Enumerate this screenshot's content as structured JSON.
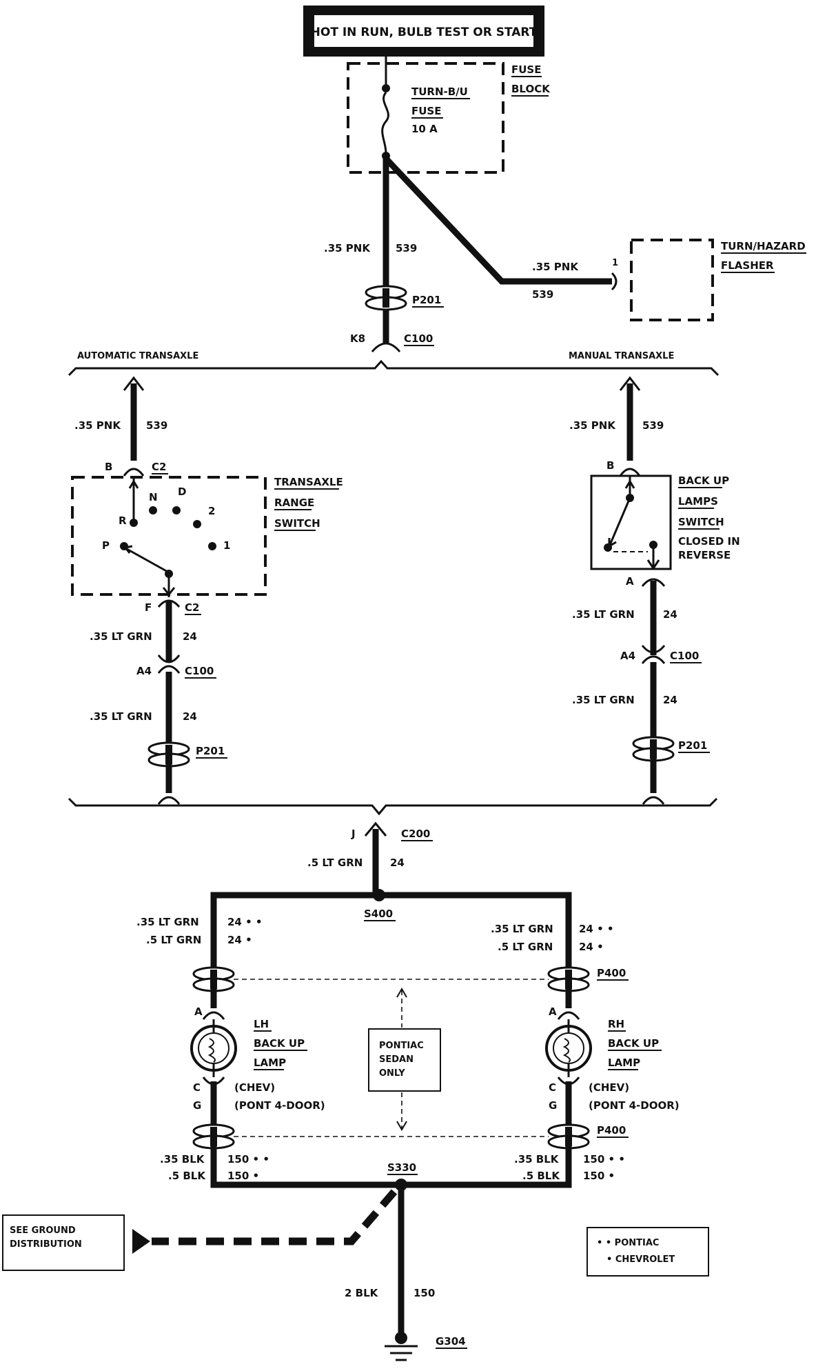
{
  "power_source": {
    "label": "HOT IN RUN, BULB TEST OR START"
  },
  "fuse_block": {
    "name_line1": "FUSE",
    "name_line2": "BLOCK",
    "fuse_line1": "TURN-B/U",
    "fuse_line2": "FUSE",
    "fuse_rating": "10 A"
  },
  "flasher": {
    "name_line1": "TURN/HAZARD",
    "name_line2": "FLASHER",
    "pin": "1"
  },
  "wires": {
    "pnk_size": ".35 PNK",
    "pnk_circuit": "539",
    "ltgrn_35": ".35 LT GRN",
    "ltgrn_5": ".5 LT GRN",
    "ltgrn_circuit": "24",
    "ltgrn_circuit_p": "24 • •",
    "ltgrn_circuit_c": "24 •",
    "blk_35": ".35 BLK",
    "blk_5": ".5 BLK",
    "blk_circuit_p": "150 • •",
    "blk_circuit_c": "150 •",
    "blk_2": "2 BLK",
    "blk_circuit": "150"
  },
  "connectors": {
    "p201": "P201",
    "c100": "C100",
    "c2": "C2",
    "c200": "C200",
    "p400": "P400",
    "k8": "K8",
    "b": "B",
    "f": "F",
    "a": "A",
    "a4": "A4",
    "j": "J",
    "c": "C",
    "g": "G"
  },
  "branches": {
    "automatic": "AUTOMATIC TRANSAXLE",
    "manual": "MANUAL TRANSAXLE"
  },
  "range_switch": {
    "line1": "TRANSAXLE",
    "line2": "RANGE",
    "line3": "SWITCH",
    "positions": [
      "R",
      "N",
      "D",
      "2",
      "1",
      "P"
    ]
  },
  "backup_switch": {
    "line1": "BACK UP",
    "line2": "LAMPS",
    "line3": "SWITCH",
    "line4": "CLOSED IN",
    "line5": "REVERSE"
  },
  "splices": {
    "s400": "S400",
    "s330": "S330"
  },
  "lamps": {
    "lh": "LH",
    "rh": "RH",
    "name_line1": "BACK UP",
    "name_line2": "LAMP",
    "chev": "(CHEV)",
    "pont": "(PONT 4-DOOR)"
  },
  "note_box": {
    "line1": "PONTIAC",
    "line2": "SEDAN",
    "line3": "ONLY"
  },
  "ground_ref": {
    "line1": "SEE GROUND",
    "line2": "DISTRIBUTION"
  },
  "ground": {
    "name": "G304"
  },
  "legend": {
    "line1": "• • PONTIAC",
    "line2": "• CHEVROLET"
  }
}
